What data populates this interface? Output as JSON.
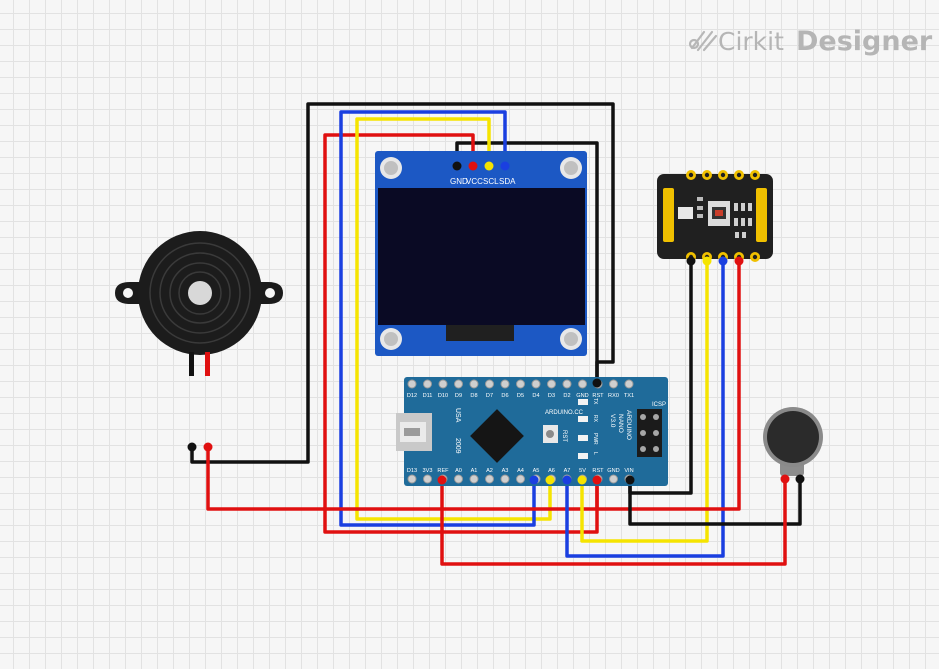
{
  "app": {
    "brand_prefix": "Cirkit",
    "brand_suffix": "Designer"
  },
  "oled": {
    "pins": [
      "GND",
      "VCC",
      "SCL",
      "SDA"
    ]
  },
  "arduino": {
    "top_pins": [
      "D12",
      "D11",
      "D10",
      "D9",
      "D8",
      "D7",
      "D6",
      "D5",
      "D4",
      "D3",
      "D2",
      "GND",
      "RST",
      "RX0",
      "TX1"
    ],
    "bottom_pins": [
      "D13",
      "3V3",
      "REF",
      "A0",
      "A1",
      "A2",
      "A3",
      "A4",
      "A5",
      "A6",
      "A7",
      "5V",
      "RST",
      "GND",
      "VIN"
    ],
    "brand": "ARDUINO.CC",
    "model_lines": [
      "ARDUINO",
      "NANO",
      "V3.0"
    ],
    "usa": "USA",
    "year": "2009",
    "rst_label": "RST",
    "icsp_label": "ICSP",
    "led_labels": [
      "TX",
      "RX",
      "PWR",
      "L"
    ]
  },
  "colors": {
    "wire_black": "#111111",
    "wire_red": "#e01010",
    "wire_yellow": "#f5e400",
    "wire_blue": "#1a3fe0",
    "board_blue": "#1f6b9a",
    "oled_blue": "#1c58c4"
  }
}
